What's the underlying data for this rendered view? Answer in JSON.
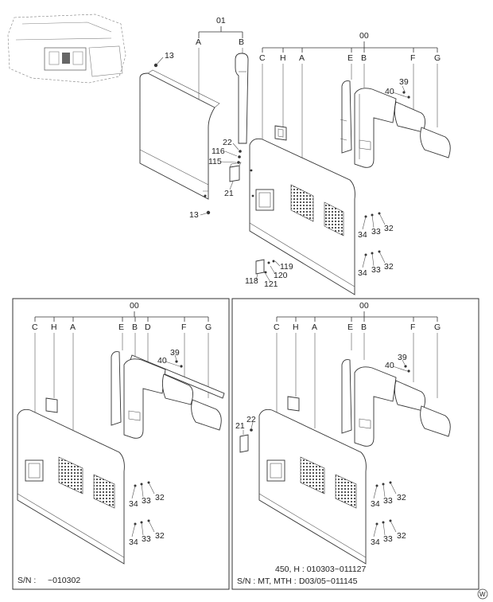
{
  "diagram": {
    "top": {
      "group_01": "01",
      "group_00": "00",
      "letters_01": [
        "A",
        "B"
      ],
      "letters_00": [
        "C",
        "H",
        "A",
        "E",
        "B",
        "F",
        "G"
      ],
      "callouts": [
        "13",
        "13",
        "22",
        "116",
        "115",
        "21",
        "39",
        "40",
        "34",
        "33",
        "32",
        "34",
        "33",
        "32",
        "119",
        "120",
        "118",
        "121"
      ]
    },
    "panel_left": {
      "group_00": "00",
      "letters": [
        "C",
        "H",
        "A",
        "E",
        "B",
        "D",
        "F",
        "G"
      ],
      "callouts": [
        "39",
        "40",
        "34",
        "33",
        "32",
        "34",
        "33",
        "32"
      ],
      "sn_label": "S/N  :",
      "sn_value": "~010302"
    },
    "panel_right": {
      "group_00": "00",
      "letters": [
        "C",
        "H",
        "A",
        "E",
        "B",
        "F",
        "G"
      ],
      "callouts": [
        "21",
        "22",
        "39",
        "40",
        "34",
        "33",
        "32",
        "34",
        "33",
        "32"
      ],
      "sn_line1": "450, H : 010303~011127",
      "sn_line2_label": "S/N : MT, MTH :",
      "sn_line2_value": "D03/05~011145"
    },
    "watermark": "W"
  }
}
